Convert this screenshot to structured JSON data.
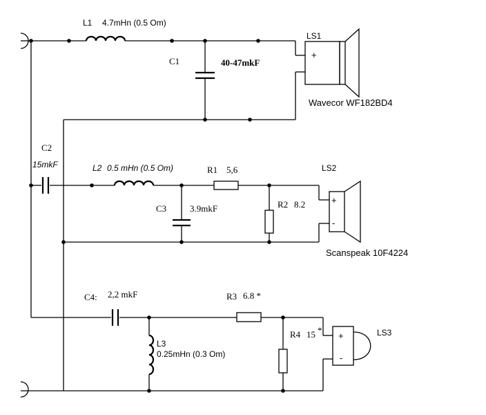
{
  "components": {
    "L1": {
      "name": "L1",
      "value": "4.7mHn (0.5 Om)"
    },
    "C1": {
      "name": "C1",
      "value": "40-47mkF"
    },
    "LS1": {
      "name": "LS1",
      "model": "Wavecor WF182BD4"
    },
    "C2": {
      "name": "C2",
      "value": "15mkF"
    },
    "L2": {
      "name": "L2",
      "value": "0.5 mHn (0.5 Om)"
    },
    "R1": {
      "name": "R1",
      "value": "5,6"
    },
    "C3": {
      "name": "C3",
      "value": "3.9mkF"
    },
    "R2": {
      "name": "R2",
      "value": "8.2"
    },
    "LS2": {
      "name": "LS2",
      "model": "Scanspeak 10F4224"
    },
    "C4": {
      "name": "C4:",
      "value": "2,2  mkF"
    },
    "R3": {
      "name": "R3",
      "value": "6.8 *"
    },
    "L3": {
      "name": "L3",
      "value": "0.25mHn (0.3 Om)"
    },
    "R4": {
      "name": "R4",
      "value": "15"
    },
    "R4_mark": "*",
    "LS3": {
      "name": "LS3"
    }
  },
  "polarity": {
    "plus": "+",
    "minus": "-"
  }
}
